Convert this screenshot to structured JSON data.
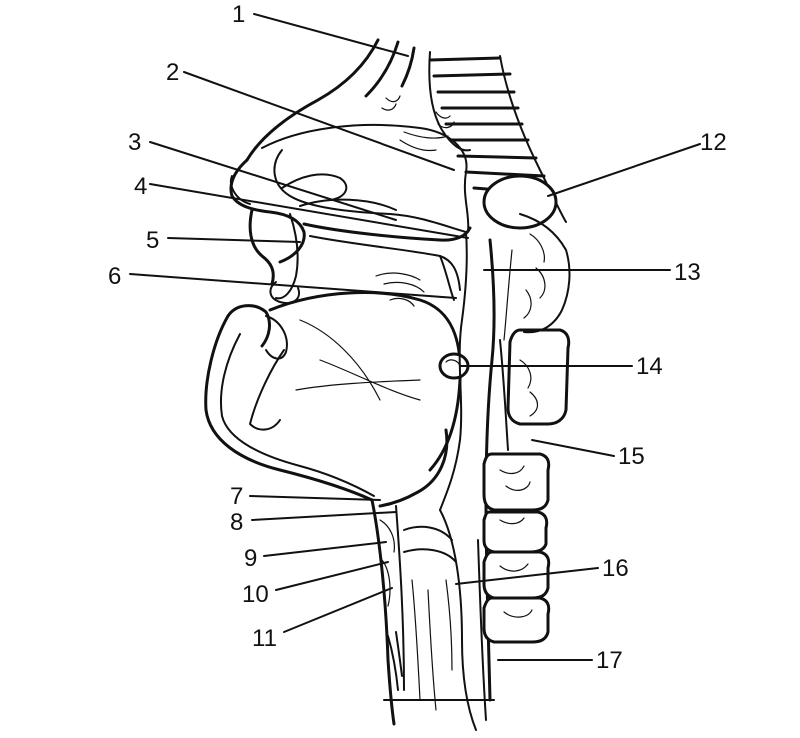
{
  "figure": {
    "labels": [
      "1",
      "2",
      "3",
      "4",
      "5",
      "6",
      "7",
      "8",
      "9",
      "10",
      "11",
      "12",
      "13",
      "14",
      "15",
      "16",
      "17"
    ]
  },
  "colors": {
    "ink": "#111111",
    "background": "#ffffff"
  }
}
